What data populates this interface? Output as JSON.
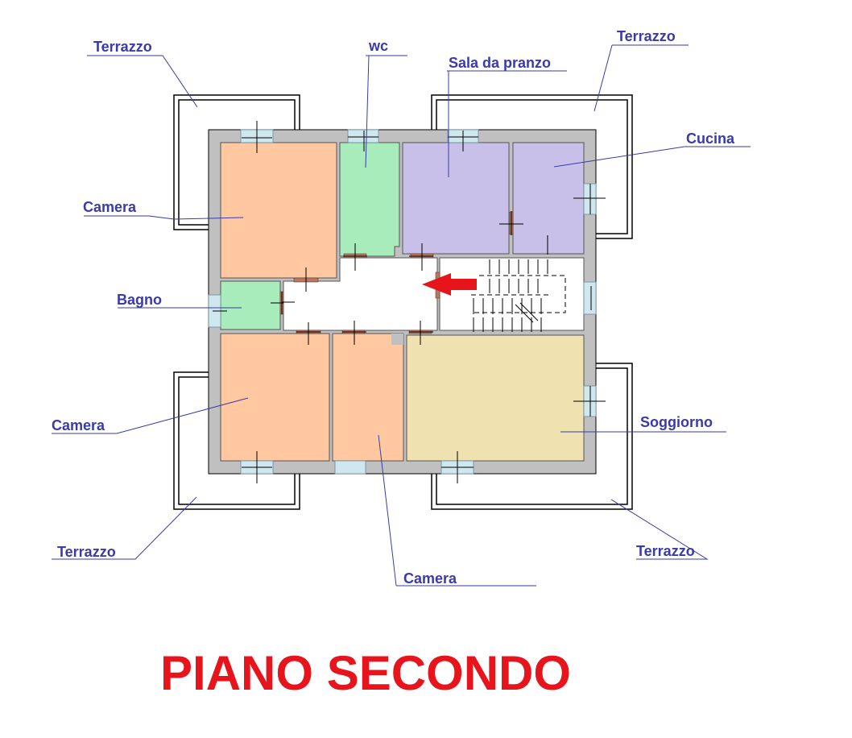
{
  "title": "PIANO SECONDO",
  "colors": {
    "camera": "#ffc8a0",
    "bagno": "#a8ecbc",
    "cucina": "#c8c0e8",
    "soggiorno": "#efe2b0",
    "wall": "#c0c0c0",
    "label": "#3a3aa8",
    "title": "#e8141b",
    "arrow": "#e8141b"
  },
  "labels": {
    "terrazzo_tl": "Terrazzo",
    "wc": "wc",
    "sala_da_pranzo": "Sala da pranzo",
    "terrazzo_tr": "Terrazzo",
    "cucina": "Cucina",
    "camera_tl": "Camera",
    "bagno": "Bagno",
    "camera_bl": "Camera",
    "soggiorno": "Soggiorno",
    "terrazzo_bl": "Terrazzo",
    "terrazzo_br": "Terrazzo",
    "camera_bm": "Camera"
  }
}
